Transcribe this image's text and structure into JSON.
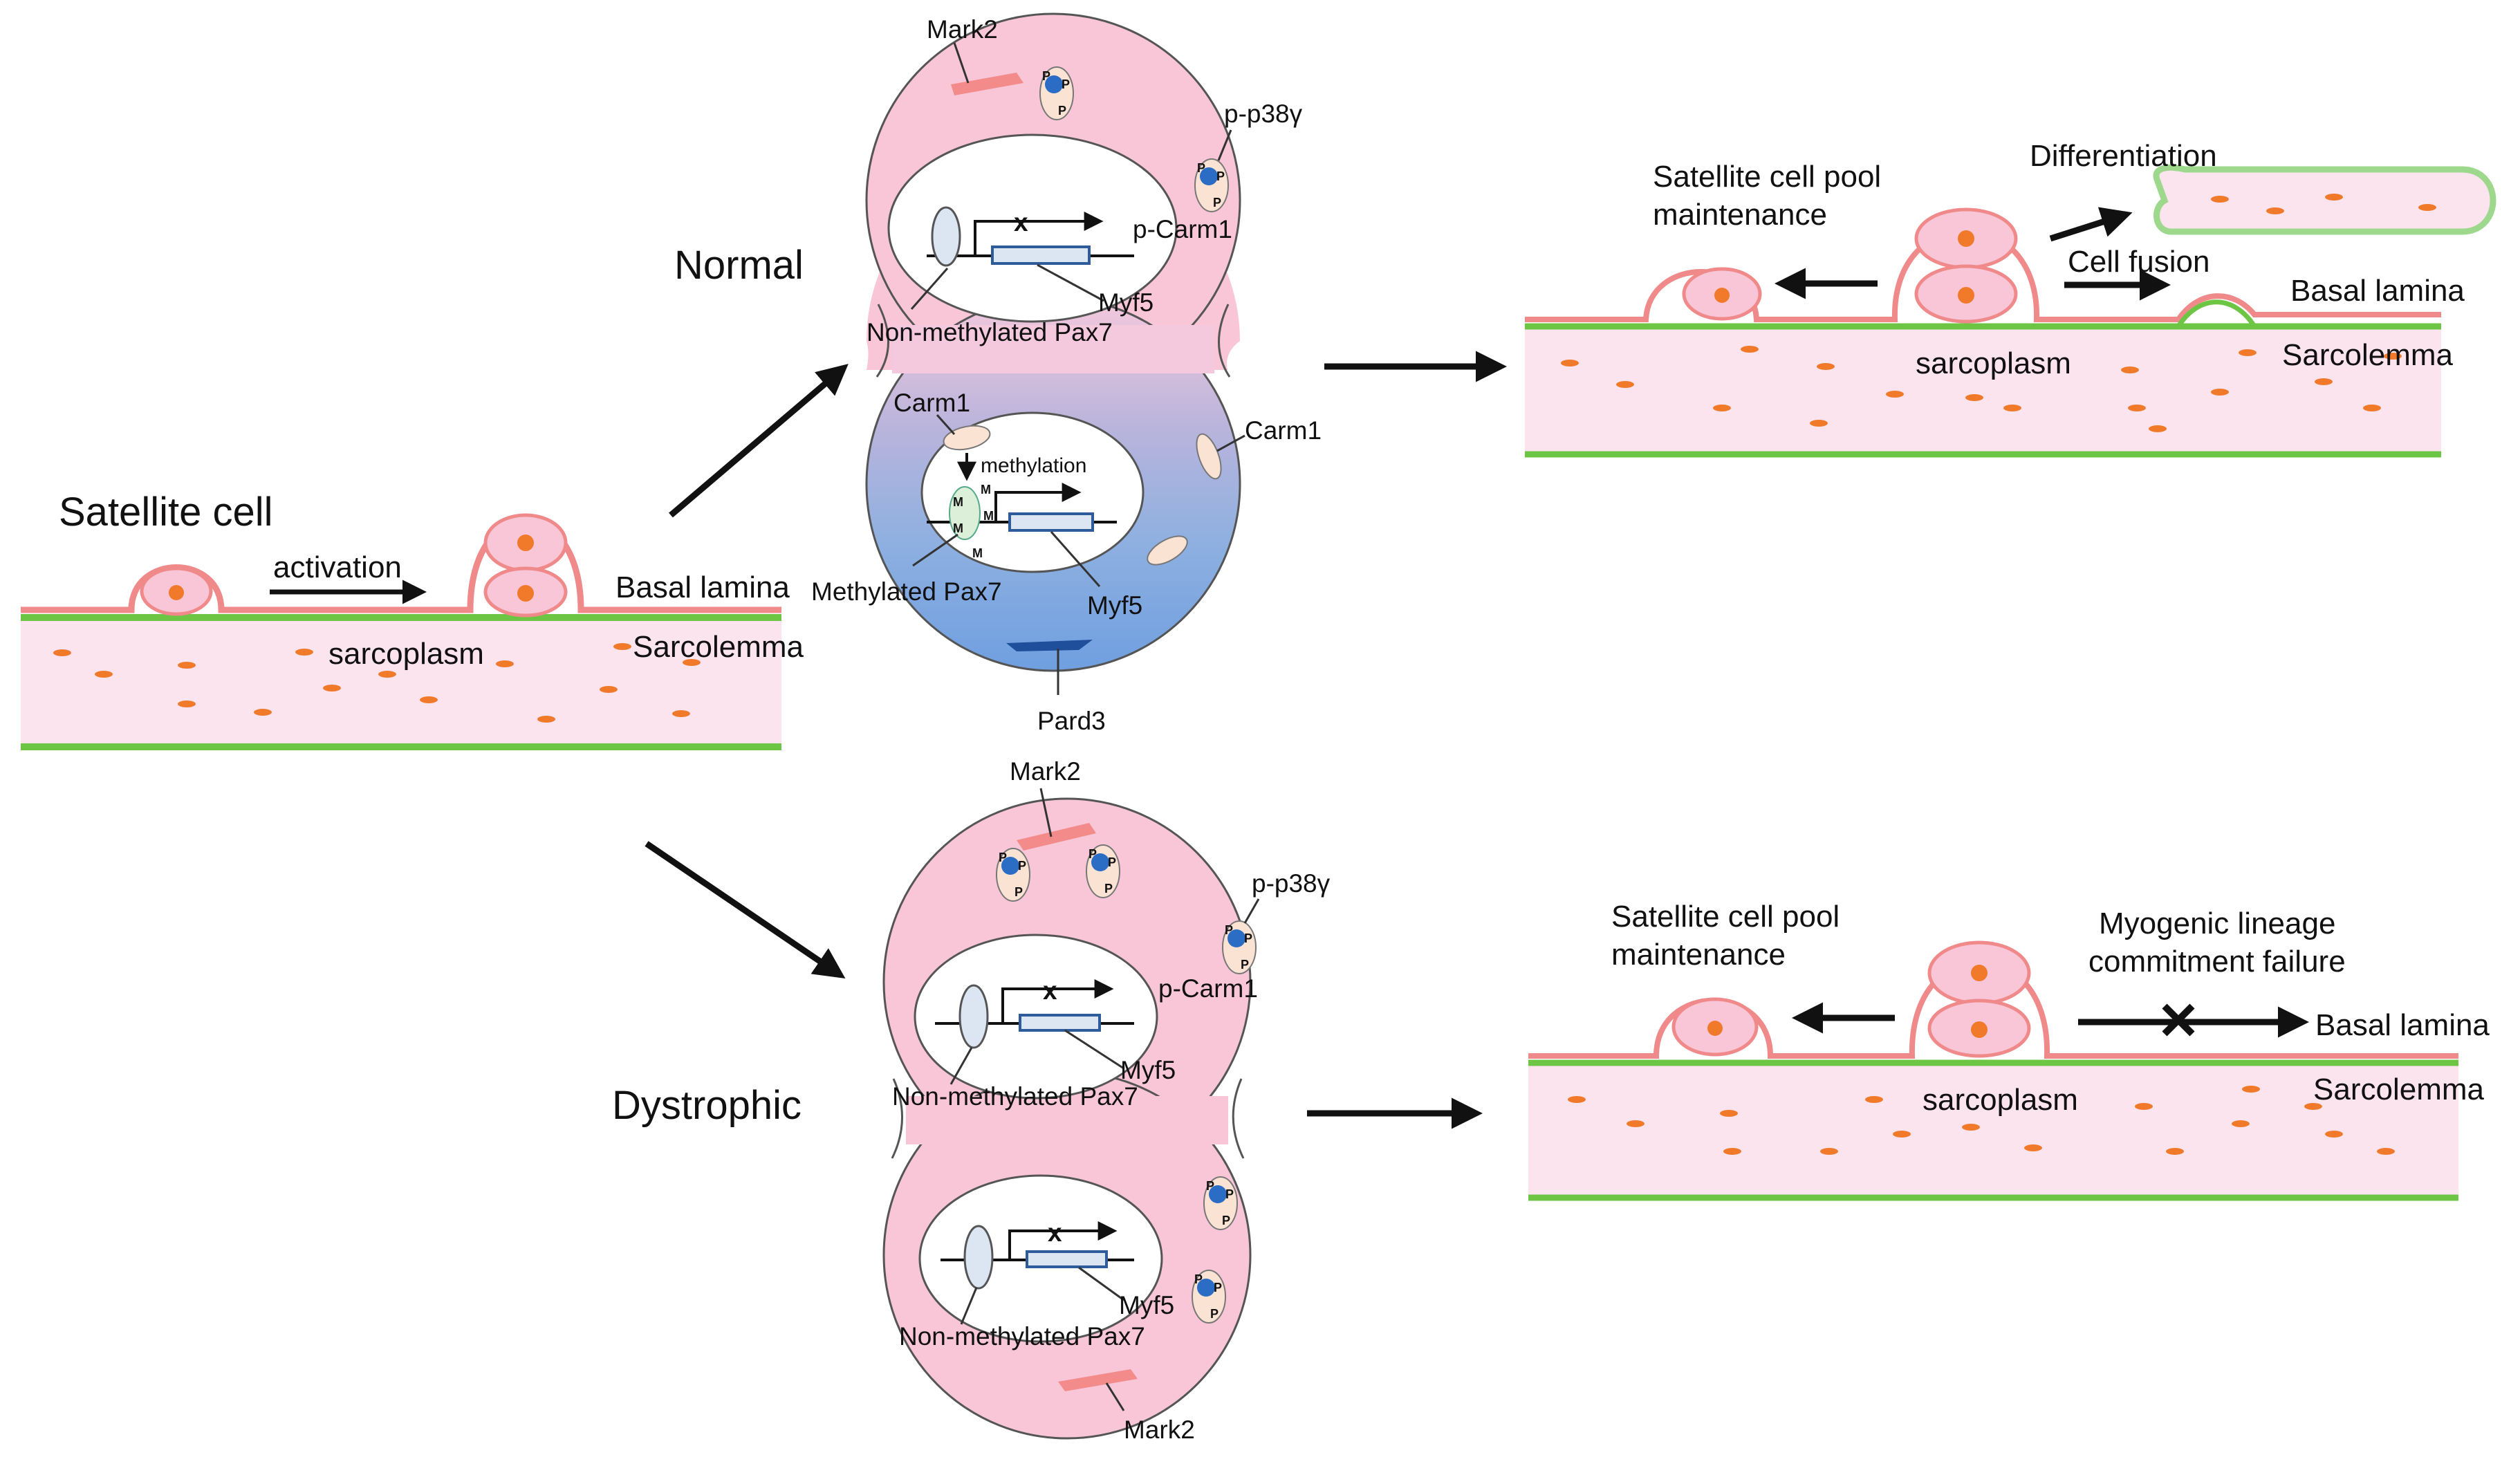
{
  "colors": {
    "cell_pink": "#f9c6d8",
    "cell_outline": "#f08a8a",
    "lamina_green": "#6cc644",
    "sarcoplasm_fill": "#fbe4ee",
    "nucleus_spot": "#f07a2a",
    "blue_gradient": "#7fa8dd",
    "pax7_fill": "#dce6f2",
    "myf5_box": "#dce6f2",
    "myf5_border": "#2e5c9a",
    "carm1_fill": "#fbe3d3",
    "p38_blue": "#2b6cc4",
    "arrow": "#111111"
  },
  "left": {
    "title": "Satellite cell",
    "activation": "activation",
    "basal_lamina": "Basal lamina",
    "sarcoplasm": "sarcoplasm",
    "sarcolemma": "Sarcolemma"
  },
  "normal": {
    "condition": "Normal",
    "mark2": "Mark2",
    "p_p38": "p-p38γ",
    "p_carm1": "p-Carm1",
    "myf5_top": "Myf5",
    "non_methylated_pax7": "Non-methylated Pax7",
    "carm1_nuclear": "Carm1",
    "carm1_cyto": "Carm1",
    "methylation": "methylation",
    "methylated_pax7": "Methylated Pax7",
    "myf5_bottom": "Myf5",
    "pard3": "Pard3",
    "m_mark": "M",
    "p_mark": "P",
    "x_mark": "x"
  },
  "normal_outcome": {
    "pool": [
      "Satellite cell pool",
      "maintenance"
    ],
    "differentiation": "Differentiation",
    "cell_fusion": "Cell fusion",
    "basal_lamina": "Basal lamina",
    "sarcoplasm": "sarcoplasm",
    "sarcolemma": "Sarcolemma"
  },
  "dystrophic": {
    "condition": "Dystrophic",
    "mark2_top": "Mark2",
    "p_p38": "p-p38γ",
    "p_carm1": "p-Carm1",
    "myf5_top": "Myf5",
    "non_methylated_pax7_top": "Non-methylated Pax7",
    "myf5_bottom": "Myf5",
    "non_methylated_pax7_bottom": "Non-methylated Pax7",
    "mark2_bottom": "Mark2"
  },
  "dystrophic_outcome": {
    "pool": [
      "Satellite cell pool",
      "maintenance"
    ],
    "failure": [
      "Myogenic lineage",
      "commitment failure"
    ],
    "basal_lamina": "Basal lamina",
    "sarcoplasm": "sarcoplasm",
    "sarcolemma": "Sarcolemma"
  }
}
